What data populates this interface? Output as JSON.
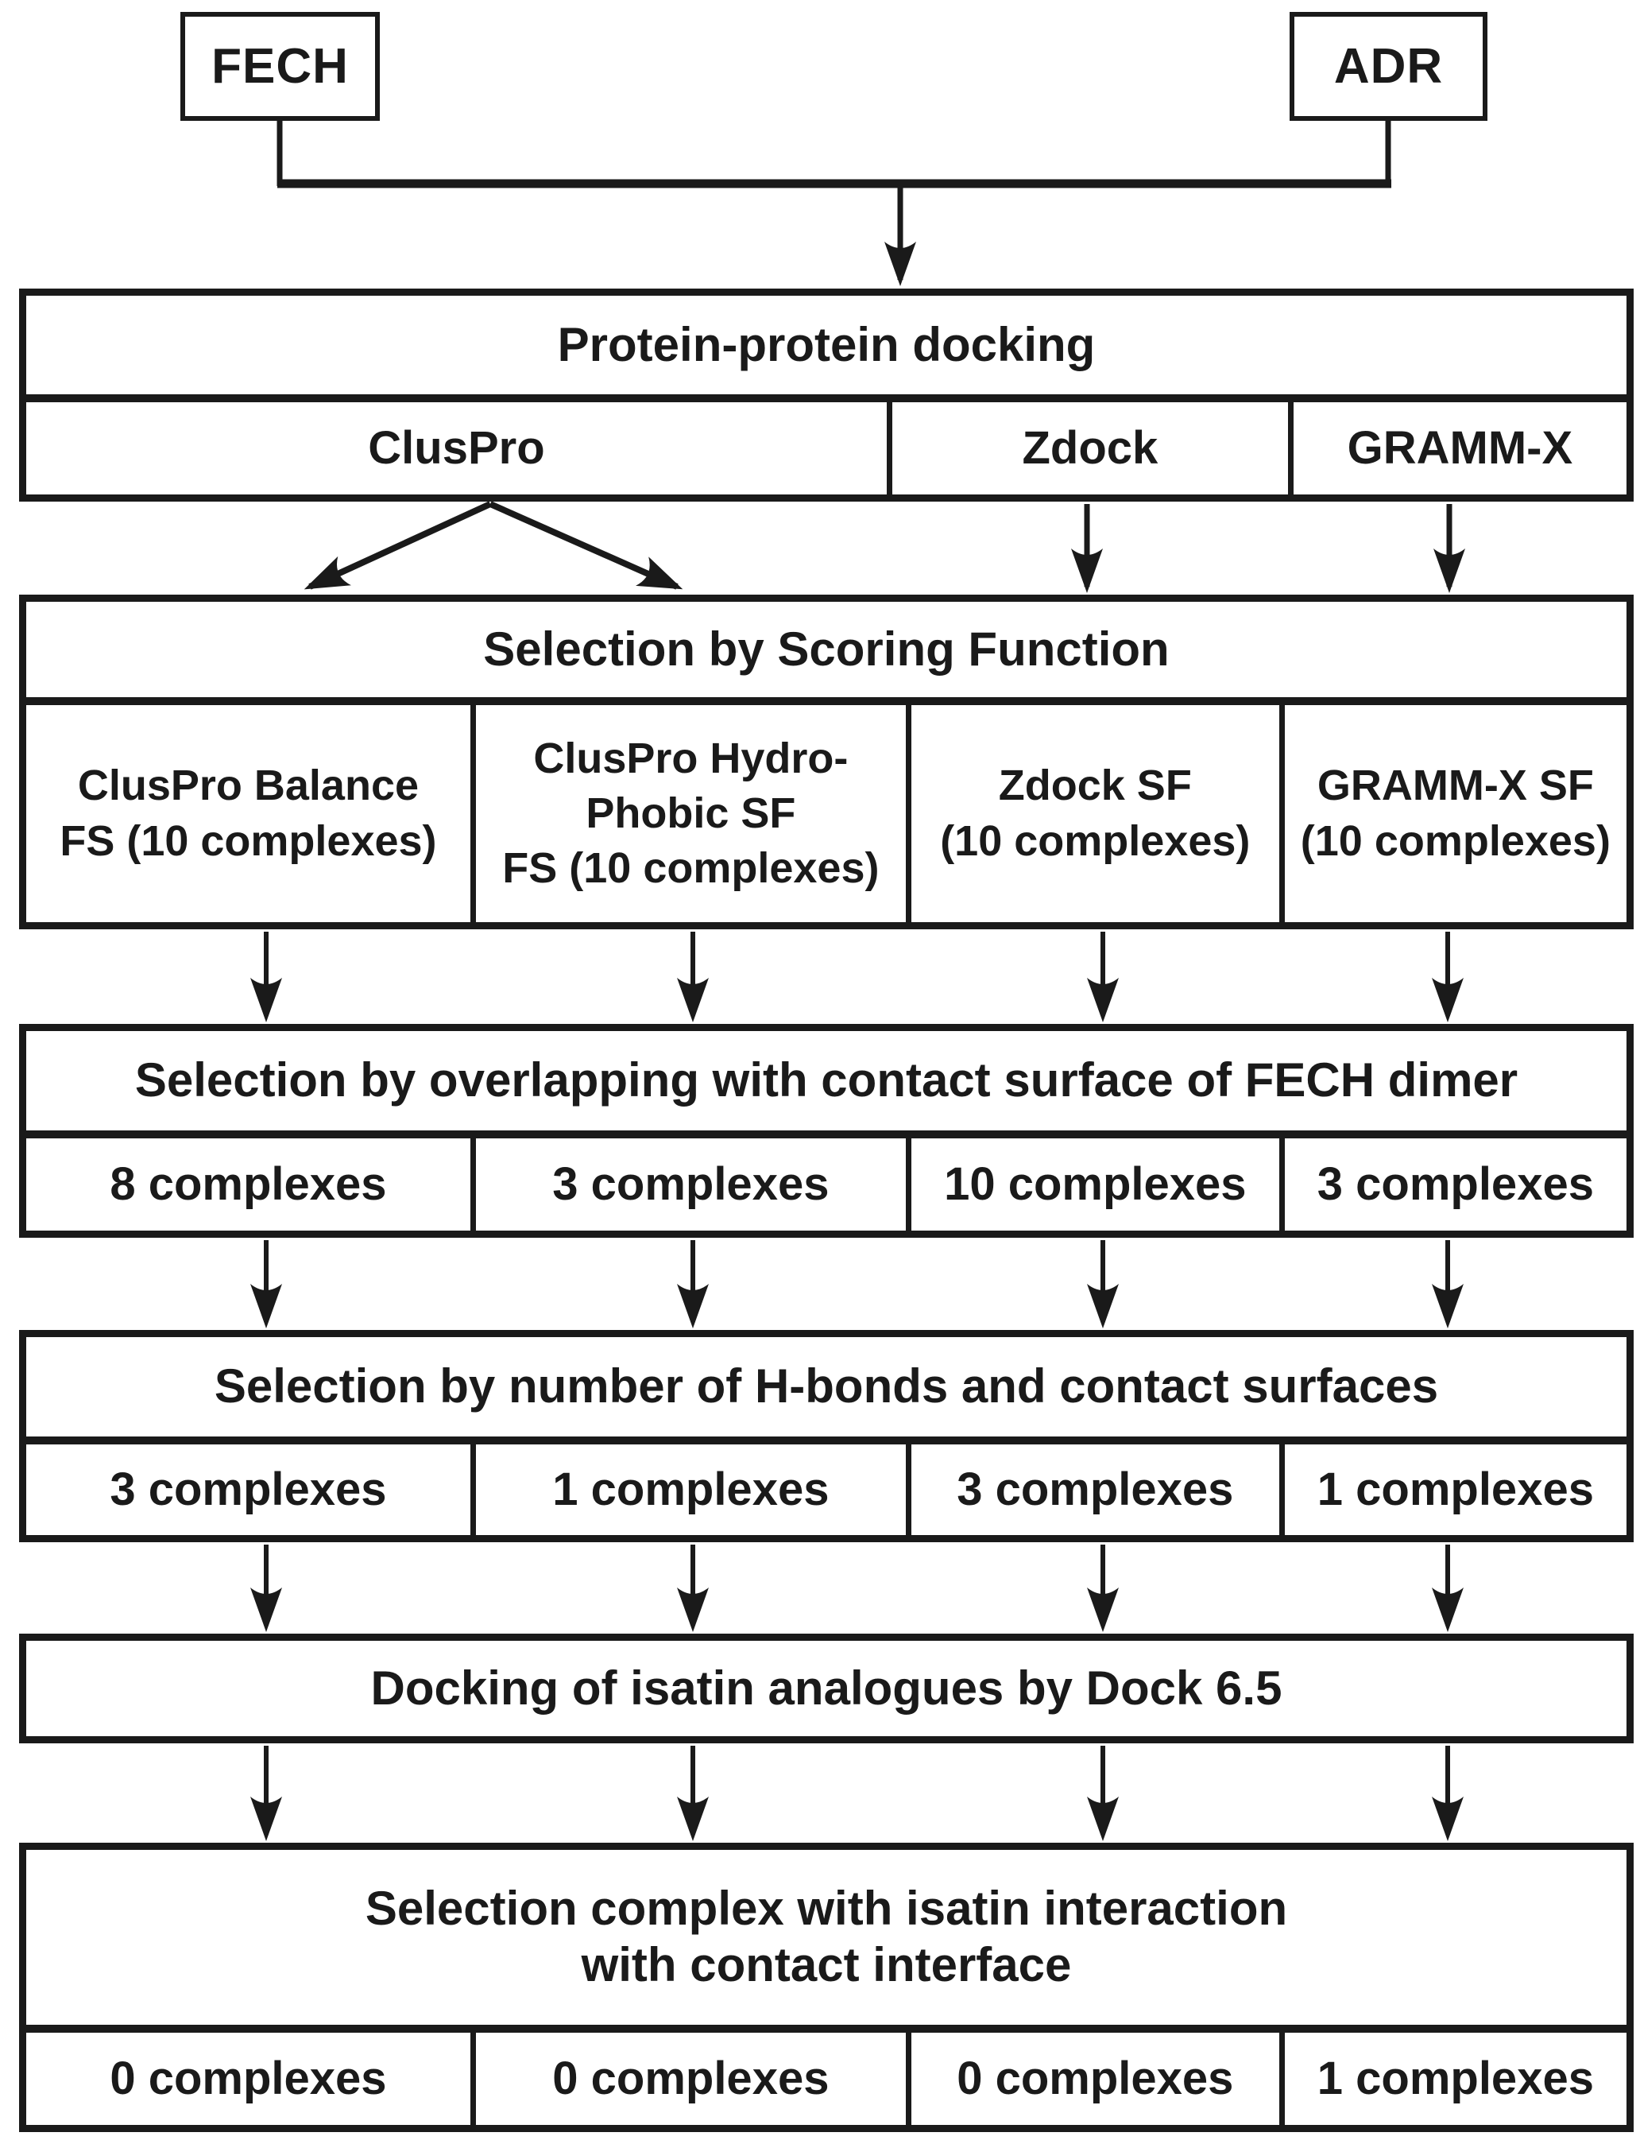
{
  "colors": {
    "line": "#1a1a1a",
    "background": "#ffffff"
  },
  "inputs": {
    "left": "FECH",
    "right": "ADR"
  },
  "stages": [
    {
      "title": "Protein-protein docking",
      "cells": [
        "ClusPro",
        "Zdock",
        "GRAMM-X"
      ]
    },
    {
      "title": "Selection by Scoring Function",
      "cells": [
        "ClusPro Balance\nFS (10 complexes)",
        "ClusPro Hydro-\nPhobic SF\nFS (10 complexes)",
        "Zdock SF\n(10 complexes)",
        "GRAMM-X SF\n(10 complexes)"
      ]
    },
    {
      "title": "Selection by overlapping with contact surface of FECH dimer",
      "cells": [
        "8 complexes",
        "3 complexes",
        "10 complexes",
        "3 complexes"
      ]
    },
    {
      "title": "Selection by number of H-bonds and contact surfaces",
      "cells": [
        "3 complexes",
        "1 complexes",
        "3 complexes",
        "1 complexes"
      ]
    },
    {
      "title": "Docking of isatin analogues by Dock 6.5",
      "cells": []
    },
    {
      "title": "Selection complex with isatin interaction\nwith contact interface",
      "cells": [
        "0 complexes",
        "0 complexes",
        "0 complexes",
        "1 complexes"
      ]
    }
  ]
}
